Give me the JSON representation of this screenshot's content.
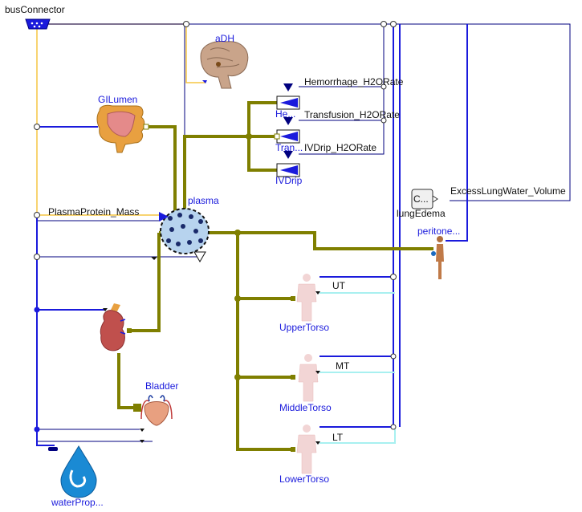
{
  "components": {
    "bus": "busConnector",
    "adh": "aDH",
    "gilumen": "GILumen",
    "plasma": "plasma",
    "hemorrhage": "He...",
    "transfusion": "Tran...",
    "ivdrip": "IVDrip",
    "lungedema_icon": "C...",
    "lungedema": "lungEdema",
    "peritoneum": "peritone...",
    "uppertorso": "UpperTorso",
    "middletorso": "MiddleTorso",
    "lowertorso": "LowerTorso",
    "bladder": "Bladder",
    "waterprop": "waterProp..."
  },
  "signals": {
    "hemorrhage_rate": "Hemorrhage_H2ORate",
    "transfusion_rate": "Transfusion_H2ORate",
    "ivdrip_rate": "IVDrip_H2ORate",
    "excess_lung": "ExcessLungWater_Volume",
    "plasma_protein": "PlasmaProtein_Mass",
    "ut": "UT",
    "mt": "MT",
    "lt": "LT"
  },
  "colors": {
    "olive": "#7f7f00",
    "blue": "#1a1adc",
    "navy": "#00007f",
    "yellow": "#f5c542",
    "cyan": "#a8f0f0"
  }
}
